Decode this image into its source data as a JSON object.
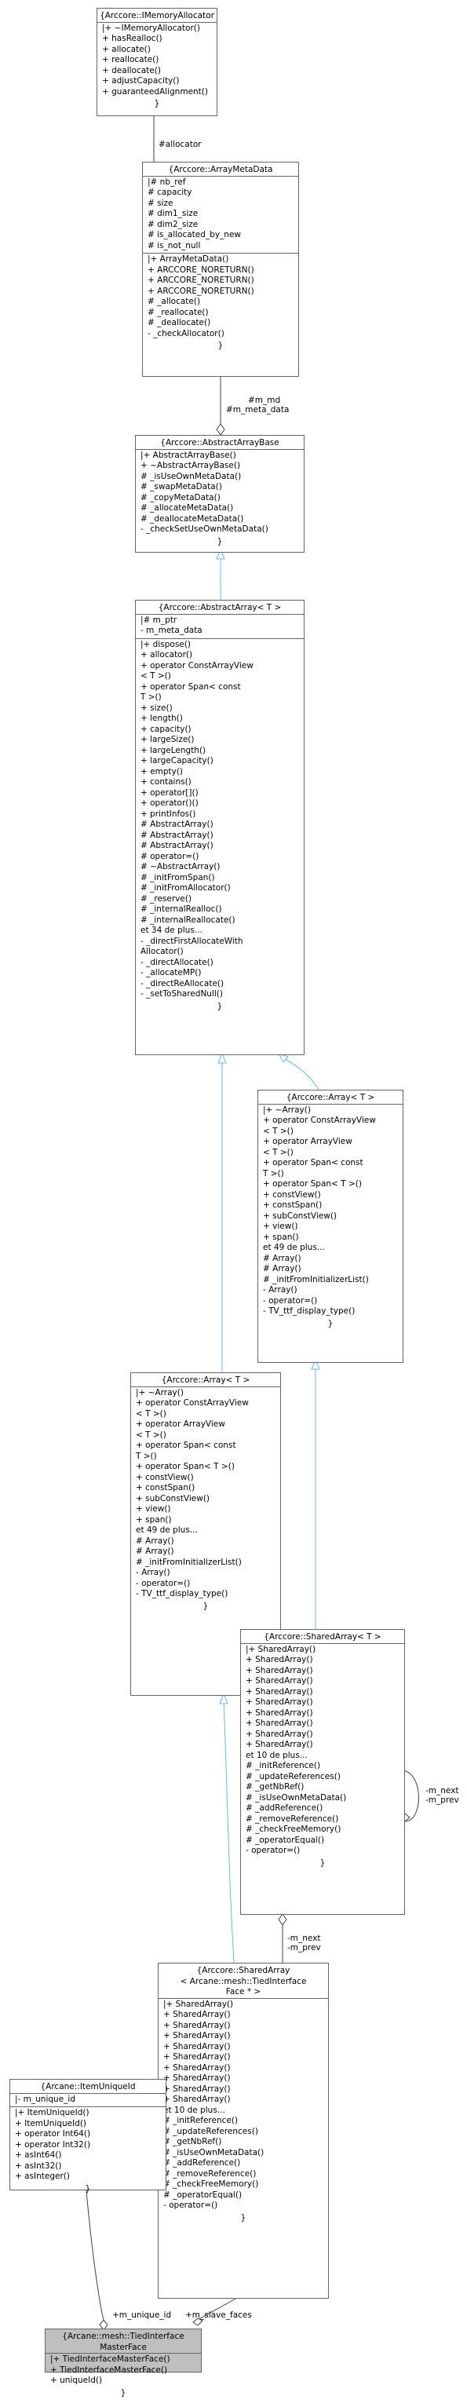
{
  "nodes": {
    "imemory": {
      "title": [
        "{Arccore::IMemoryAllocator"
      ],
      "sections": [
        [
          "|+ ~IMemoryAllocator()",
          "+ hasRealloc()",
          "+ allocate()",
          "+ reallocate()",
          "+ deallocate()",
          "+ adjustCapacity()",
          "+ guaranteedAlignment()"
        ]
      ],
      "end": "}"
    },
    "arraymeta": {
      "title": [
        "{Arccore::ArrayMetaData"
      ],
      "sections": [
        [
          "|# nb_ref",
          "# capacity",
          "# size",
          "# dim1_size",
          "# dim2_size",
          "# is_allocated_by_new",
          "# is_not_null"
        ],
        [
          "|+ ArrayMetaData()",
          "+ ARCCORE_NORETURN()",
          "+ ARCCORE_NORETURN()",
          "+ ARCCORE_NORETURN()",
          "# _allocate()",
          "# _reallocate()",
          "# _deallocate()",
          "- _checkAllocator()"
        ]
      ],
      "end": "}"
    },
    "abstractbase": {
      "title": [
        "{Arccore::AbstractArrayBase"
      ],
      "sections": [
        [
          "|+ AbstractArrayBase()",
          "+ ~AbstractArrayBase()",
          "# _isUseOwnMetaData()",
          "# _swapMetaData()",
          "# _copyMetaData()",
          "# _allocateMetaData()",
          "# _deallocateMetaData()",
          "- _checkSetUseOwnMetaData()"
        ]
      ],
      "end": "}"
    },
    "abstractarray": {
      "title": [
        "{Arccore::AbstractArray< T >"
      ],
      "sections": [
        [
          "|# m_ptr",
          "- m_meta_data"
        ],
        [
          "|+ dispose()",
          "+ allocator()",
          "+ operator ConstArrayView",
          "< T >()",
          "+ operator Span< const",
          " T >()",
          "+ size()",
          "+ length()",
          "+ capacity()",
          "+ largeSize()",
          "+ largeLength()",
          "+ largeCapacity()",
          "+ empty()",
          "+ contains()",
          "+ operator[]()",
          "+ operator()()",
          "+ printInfos()",
          "# AbstractArray()",
          "# AbstractArray()",
          "# AbstractArray()",
          "# operator=()",
          "# ~AbstractArray()",
          "# _initFromSpan()",
          "# _initFromAllocator()",
          "# _reserve()",
          "# _internalRealloc()",
          "# _internalReallocate()",
          "et 34 de plus...",
          "- _directFirstAllocateWith",
          "Allocator()",
          "- _directAllocate()",
          "- _allocateMP()",
          "- _directReAllocate()",
          "- _setToSharedNull()"
        ]
      ],
      "end": "}"
    },
    "arrayright": {
      "title": [
        "{Arccore::Array< T >"
      ],
      "sections": [
        [
          "|+ ~Array()",
          "+ operator ConstArrayView",
          "< T >()",
          "+ operator ArrayView",
          "< T >()",
          "+ operator Span< const",
          " T >()",
          "+ operator Span< T >()",
          "+ constView()",
          "+ constSpan()",
          "+ subConstView()",
          "+ view()",
          "+ span()",
          "et 49 de plus...",
          "# Array()",
          "# Array()",
          "# _initFromInitializerList()",
          "- Array()",
          "- operator=()",
          "- TV_ttf_display_type()"
        ]
      ],
      "end": "}"
    },
    "arrayleft": {
      "title": [
        "{Arccore::Array< T >"
      ],
      "sections": [
        [
          "|+ ~Array()",
          "+ operator ConstArrayView",
          "< T >()",
          "+ operator ArrayView",
          "< T >()",
          "+ operator Span< const",
          " T >()",
          "+ operator Span< T >()",
          "+ constView()",
          "+ constSpan()",
          "+ subConstView()",
          "+ view()",
          "+ span()",
          "et 49 de plus...",
          "# Array()",
          "# Array()",
          "# _initFromInitializerList()",
          "- Array()",
          "- operator=()",
          "- TV_ttf_display_type()"
        ]
      ],
      "end": "}"
    },
    "sharedarray": {
      "title": [
        "{Arccore::SharedArray< T >"
      ],
      "sections": [
        [
          "|+ SharedArray()",
          "+ SharedArray()",
          "+ SharedArray()",
          "+ SharedArray()",
          "+ SharedArray()",
          "+ SharedArray()",
          "+ SharedArray()",
          "+ SharedArray()",
          "+ SharedArray()",
          "+ SharedArray()",
          "et 10 de plus...",
          "# _initReference()",
          "# _updateReferences()",
          "# _getNbRef()",
          "# _isUseOwnMetaData()",
          "# _addReference()",
          "# _removeReference()",
          "# _checkFreeMemory()",
          "# _operatorEqual()",
          "- operator=()"
        ]
      ],
      "end": "}"
    },
    "sharedtied": {
      "title": [
        "{Arccore::SharedArray",
        "< Arcane::mesh::TiedInterface",
        "Face * >"
      ],
      "sections": [
        [
          "|+ SharedArray()",
          "+ SharedArray()",
          "+ SharedArray()",
          "+ SharedArray()",
          "+ SharedArray()",
          "+ SharedArray()",
          "+ SharedArray()",
          "+ SharedArray()",
          "+ SharedArray()",
          "+ SharedArray()",
          "et 10 de plus...",
          "# _initReference()",
          "# _updateReferences()",
          "# _getNbRef()",
          "# _isUseOwnMetaData()",
          "# _addReference()",
          "# _removeReference()",
          "# _checkFreeMemory()",
          "# _operatorEqual()",
          "- operator=()"
        ]
      ],
      "end": "}"
    },
    "itemunique": {
      "title": [
        "{Arcane::ItemUniqueId"
      ],
      "sections": [
        [
          "|- m_unique_id"
        ],
        [
          "|+ ItemUniqueId()",
          "+ ItemUniqueId()",
          "+ operator Int64()",
          "+ operator Int32()",
          "+ asInt64()",
          "+ asInt32()",
          "+ asInteger()"
        ]
      ],
      "end": "}"
    },
    "tiedmaster": {
      "title": [
        "{Arcane::mesh::TiedInterface",
        "MasterFace"
      ],
      "sections": [
        [
          "|+ TiedInterfaceMasterFace()",
          "+ TiedInterfaceMasterFace()",
          "+ uniqueId()"
        ]
      ],
      "end": "}"
    }
  },
  "edge_labels": {
    "allocator": "#allocator",
    "m_md": "#m_md",
    "m_meta_data": "#m_meta_data",
    "self_next": "-m_next",
    "self_prev": "-m_prev",
    "shared_next": "-m_next",
    "shared_prev": "-m_prev",
    "m_unique_id": "+m_unique_id",
    "m_slave_faces": "+m_slave_faces"
  },
  "colors": {
    "inheritance": "#63b8ff",
    "association": "#404040",
    "target_fill": "#bfbfbf"
  }
}
